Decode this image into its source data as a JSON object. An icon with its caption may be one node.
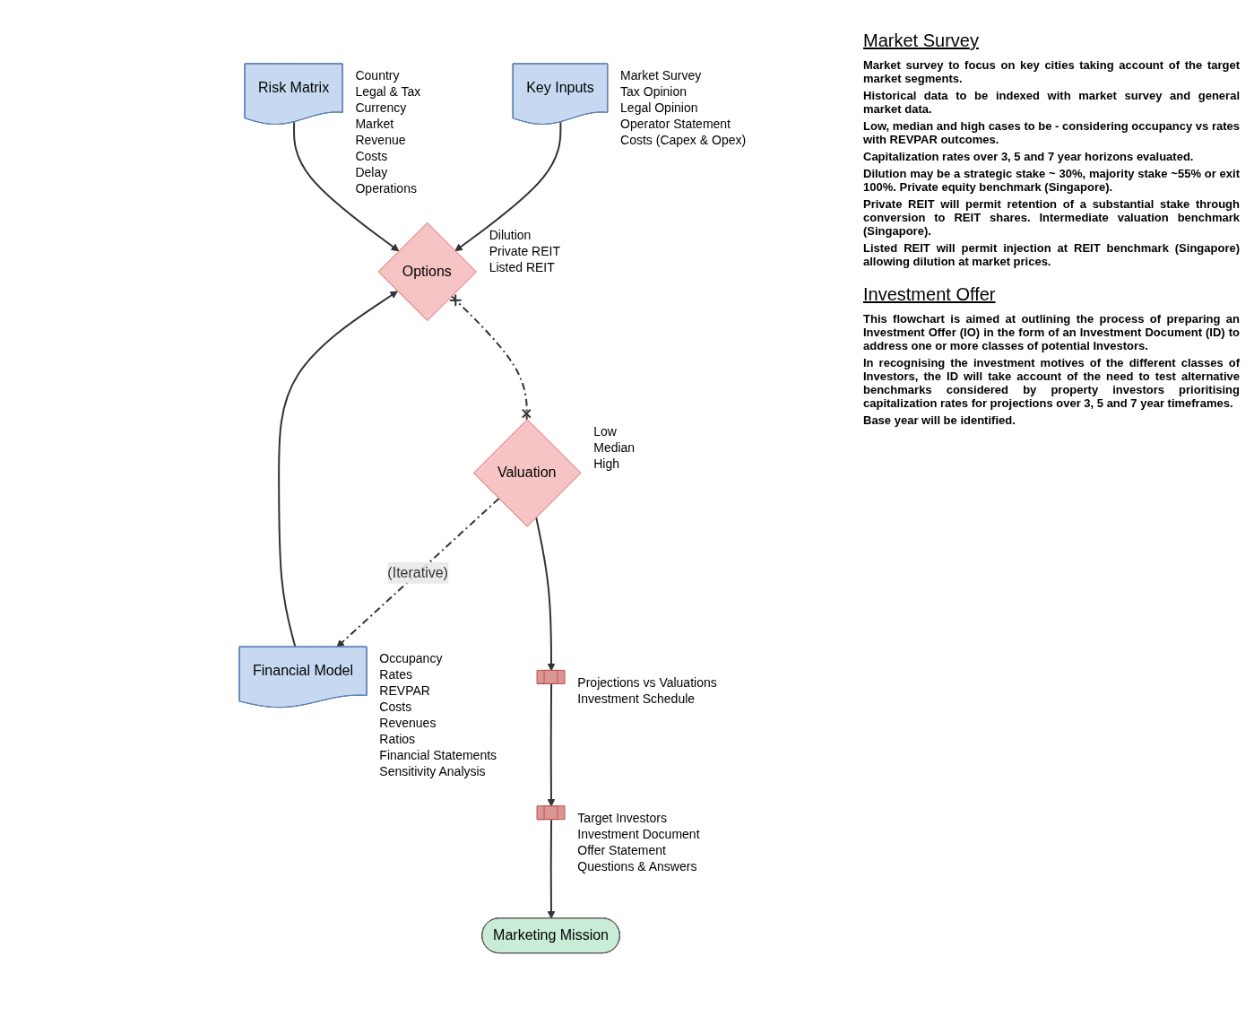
{
  "diagram": {
    "nodes": [
      {
        "text": [
          "Key Inputs"
        ],
        "beside": [
          "Market Survey",
          "Tax Opinion",
          "Legal Opinion",
          "Operator Statement",
          "Costs (Capex & Opex)"
        ]
      },
      {
        "text": [
          "Financial Model"
        ],
        "beside": [
          "Occupancy",
          "Rates",
          "REVPAR",
          "Costs",
          "Revenues",
          "Ratios",
          "Financial Statements",
          "Sensitivity Analysis"
        ]
      },
      {
        "text": [
          "Risk Matrix"
        ],
        "beside": [
          "Country",
          "Legal & Tax",
          "Currency",
          "Market",
          "Revenue",
          "Costs",
          "Delay",
          "Operations"
        ]
      },
      {
        "text": [
          "Options"
        ],
        "beside": [
          "Dilution",
          "Private REIT",
          "Listed REIT"
        ]
      },
      {
        "text": [
          "Valuation"
        ],
        "beside": [
          "Low",
          "Median",
          "High"
        ]
      },
      {
        "text": [],
        "shape": "box",
        "beside": [
          "Projections vs Valuations",
          "Investment Schedule"
        ]
      },
      {
        "text": [],
        "shape": "box",
        "beside": [
          "Target Investors",
          "Investment Document",
          "Offer Statement",
          "Questions & Answers"
        ]
      },
      {
        "text": [
          "Marketing Mission"
        ]
      }
    ],
    "edges": [
      {
        "from": 0,
        "to": 3,
        "arrow": "to"
      },
      {
        "from": 1,
        "to": 3,
        "arrow": "to"
      },
      {
        "from": 2,
        "to": 3,
        "arrow": "to"
      },
      {
        "from": 3,
        "to": 4,
        "arrow": "other",
        "style": "dashed"
      },
      {
        "from": 4,
        "to": 1,
        "arrow": "to",
        "style": "dashed",
        "label": "(Iterative)"
      },
      {
        "from": 4,
        "to": 5,
        "arrow": "to"
      },
      {
        "from": 5,
        "to": 6,
        "arrow": "to"
      },
      {
        "from": 6,
        "to": 7,
        "arrow": "to"
      }
    ],
    "labels": [
      "Market Survey",
      "Market survey to focus on key cities taking account of the target market segments.",
      "Historical data to be indexed with market survey and general market data.",
      "Low, median and high cases to be - considering occupancy vs rates with REVPAR outcomes.",
      "Capitalization rates over 3, 5 and 7 year horizons evaluated.",
      "Dilution may be a strategic stake ~ 30%, majority stake ~55% or exit 100%. Private equity benchmark (Singapore).",
      "Private REIT will permit retention of a substantial stake through conversion to REIT shares. Intermediate valuation benchmark (Singapore).",
      "Listed REIT will permit injection at REIT benchmark (Singapore) allowing dilution at market prices.",
      "Investment Offer",
      "This flowchart is aimed at outlining the process of preparing an Investment Offer (IO) in the form of an Investment Document (ID) to address one or more classes of potential Investors.",
      "In recognising the investment motives of the different classes of Investors, the ID will take account of the need to test alternative benchmarks considered by property investors prioritising capitalization rates for projections over 3, 5 and 7 year timeframes.",
      "Base year will be identified."
    ]
  }
}
